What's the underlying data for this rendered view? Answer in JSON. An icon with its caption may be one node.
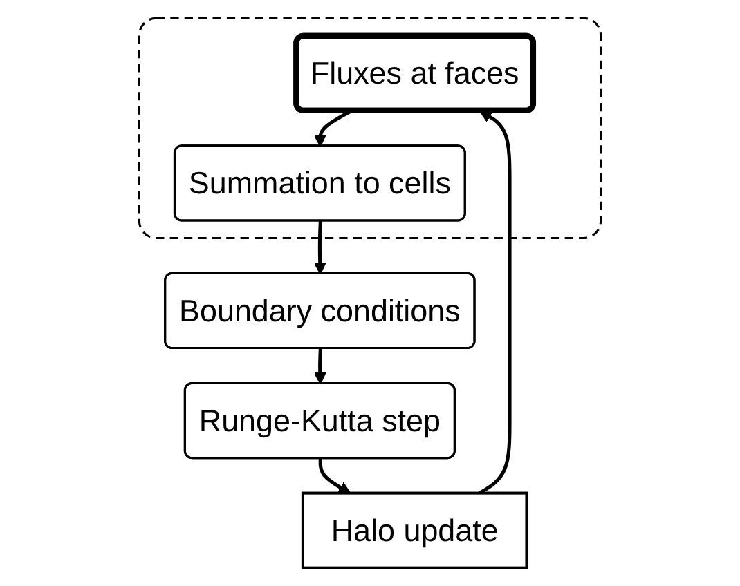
{
  "diagram": {
    "nodes": [
      {
        "text": [],
        "shape": "box"
      },
      {
        "text": [
          "Fluxes at faces"
        ],
        "in": 0
      },
      {
        "text": [
          "Summation to cells"
        ],
        "in": 0
      },
      {
        "text": [
          "Boundary conditions"
        ]
      },
      {
        "text": [
          "Runge-Kutta step"
        ]
      },
      {
        "text": [
          "Halo update"
        ]
      }
    ],
    "edges": [
      {
        "from": 1,
        "to": 2,
        "arrow": "to"
      },
      {
        "from": 2,
        "to": 3,
        "arrow": "to"
      },
      {
        "from": 3,
        "to": 4,
        "arrow": "to"
      },
      {
        "from": 4,
        "to": 5,
        "arrow": "to"
      },
      {
        "from": 5,
        "to": 1,
        "arrow": "to"
      }
    ]
  }
}
